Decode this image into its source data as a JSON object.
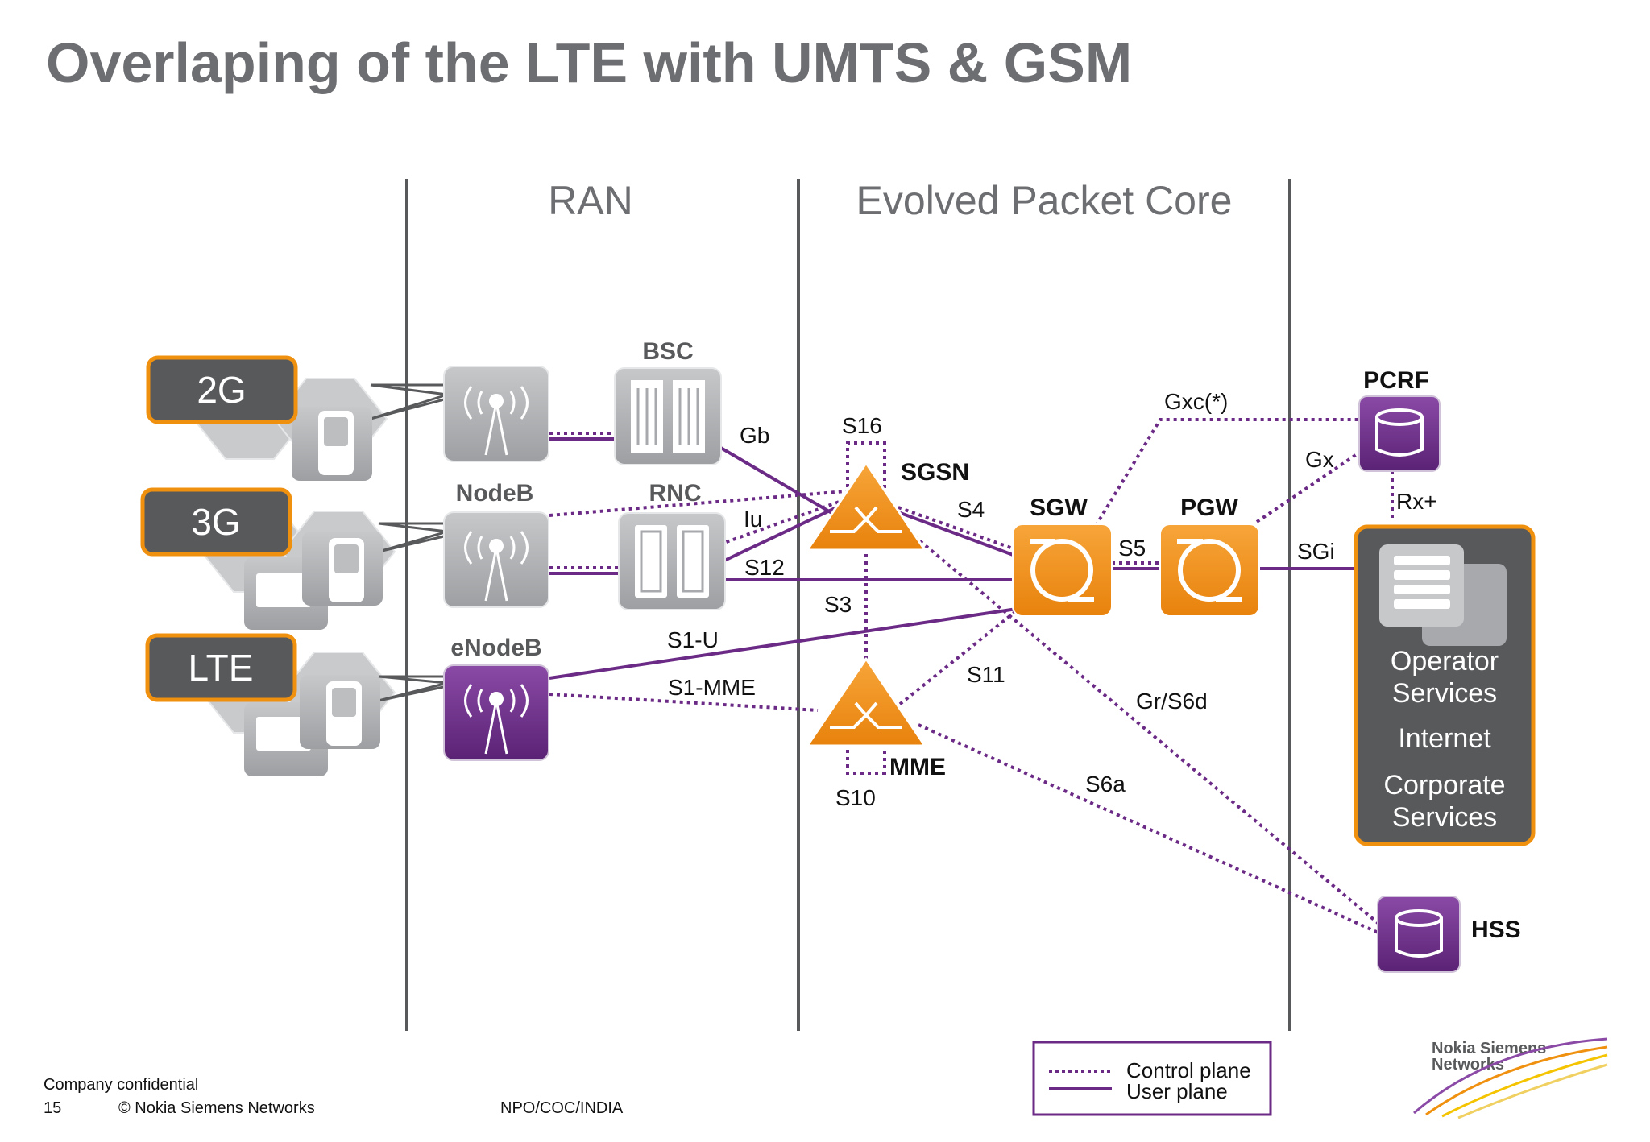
{
  "title": "Overlaping of the LTE with UMTS & GSM",
  "sections": {
    "ran": "RAN",
    "epc": "Evolved Packet Core"
  },
  "access": {
    "g2": "2G",
    "g3": "3G",
    "lte": "LTE"
  },
  "nodes": {
    "bsc": "BSC",
    "rnc": "RNC",
    "nodeb": "NodeB",
    "enodeb": "eNodeB",
    "sgsn": "SGSN",
    "mme": "MME",
    "sgw": "SGW",
    "pgw": "PGW",
    "pcrf": "PCRF",
    "hss": "HSS"
  },
  "interfaces": {
    "gb": "Gb",
    "iu": "Iu",
    "s12": "S12",
    "s16": "S16",
    "s4": "S4",
    "s3": "S3",
    "s1u": "S1-U",
    "s1mme": "S1-MME",
    "s11": "S11",
    "s10": "S10",
    "s5": "S5",
    "sgi": "SGi",
    "gxc": "Gxc(*)",
    "gx": "Gx",
    "rx": "Rx+",
    "gr": "Gr/S6d",
    "s6a": "S6a"
  },
  "services": {
    "operator_1": "Operator",
    "operator_2": "Services",
    "internet": "Internet",
    "corporate_1": "Corporate",
    "corporate_2": "Services"
  },
  "legend": {
    "control": "Control plane",
    "user": "User plane"
  },
  "footer": {
    "confidential": "Company confidential",
    "page": "15",
    "copyright": "© Nokia Siemens Networks",
    "dept": "NPO/COC/INDIA"
  },
  "logo": {
    "line1": "Nokia Siemens",
    "line2": "Networks"
  },
  "colors": {
    "orange": "#f0900f",
    "purple": "#6b2a86",
    "dark_box": "#58595b",
    "gray_icon": "#a7a9ac",
    "title_gray": "#6d6e71"
  }
}
